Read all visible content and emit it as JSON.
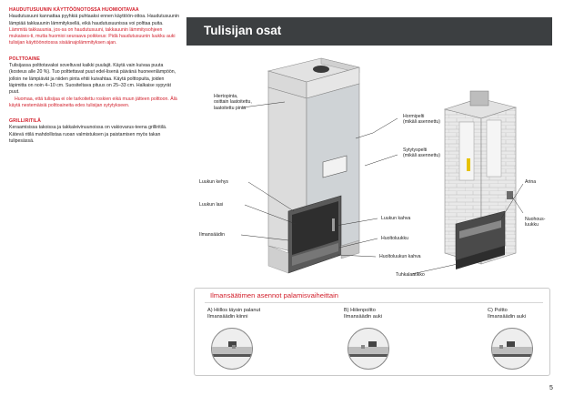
{
  "left": {
    "s1": {
      "heading": "HAUDUTUSUUNIN KÄYTTÖÖNOTOSSA HUOMIOITAVAA",
      "black": "Haudutusuuni kannattaa pyyhkiä puhtaaksi ennen käyttöön-ottoa. Haudutusuunin lämpiää takkauunin lämmityksellä, eikä haudutusuunissa voi polttaa puita.",
      "red": "Lämmitä takkauunia, jos-sa on haudutusuuni, takkauunin lämmitysohjeen mukaises-ti, mutta huomioi seuraava poikkeus: Pidä haudutusuunin luukku auki tulisijan käyttöönotossa sisäänajolämmityksen ajan."
    },
    "s2": {
      "heading": "POLTTOAINE",
      "black": "Tulisijassa polttotavaksi soveltuvat kaikki puulajit. Käytä vain kuivaa puuta (kosteus alle 20 %). Tuo polttettavat puut edel-lisenä päivänä huoneenlämpöön, jolloin ne lämpiävät ja niiden pinta ehtii kuivahtaa. Käytä polttopuita, joiden läpimitta on noin 4–10 cm. Suositeltava pituus on 25–33 cm. Halkaise sypyrät puut.",
      "red": "Huomaa, että tulisijaa ei ole tarkoitettu roskien eikä muun jätteen polttoon. Älä käytä nestemäisiä polttoaineita edes tulisijan sytytykseen."
    },
    "s3": {
      "heading": "GRILLIRITILÄ",
      "black": "Keraamisissa takoissa ja takkaleivinuunoissa on vakiovarus-teena grilliritilä. Kätevä ritilä mahdollistaa ruoan valmistuksen ja paistamisen myös takan tulipesässä."
    }
  },
  "panel": {
    "title": "Tulisijan osat",
    "labels": {
      "hiertopinta": "Hiertopinta,\nosittain laatoitettu,\nlaatoitettu pinta",
      "hormipelti": "Hormipelti\n(mikäli asennettu)",
      "sytytyspelti": "Sytytyspelti\n(mikäli asennettu)",
      "luukun_kehys": "Luukun kehys",
      "luukun_lasi": "Luukun lasi",
      "luukun_kahva": "Luukun kahva",
      "ilmansaadin": "Ilmansäädin",
      "huoltoluukku": "Huoltoluukku",
      "huoltoluukun_kahva": "Huoltoluukun kahva",
      "tuhkalaatikko": "Tuhkalaatikko",
      "arina": "Arina",
      "nuohousluukku": "Nuohous-\nluukku"
    }
  },
  "bottom": {
    "title": "Ilmansäätimen asennot palamisvaiheittain",
    "options": [
      {
        "line1": "A) Hiillos täysin palanut",
        "line2": "Ilmansäädin kiinni"
      },
      {
        "line1": "B) Hiilenpoltto",
        "line2": "Ilmansäädin auki"
      },
      {
        "line1": "C) Poltto",
        "line2": "Ilmansäädin auki"
      }
    ]
  },
  "page_number": "5",
  "colors": {
    "accent": "#d21f2b",
    "title_bar": "#3c3f41"
  }
}
